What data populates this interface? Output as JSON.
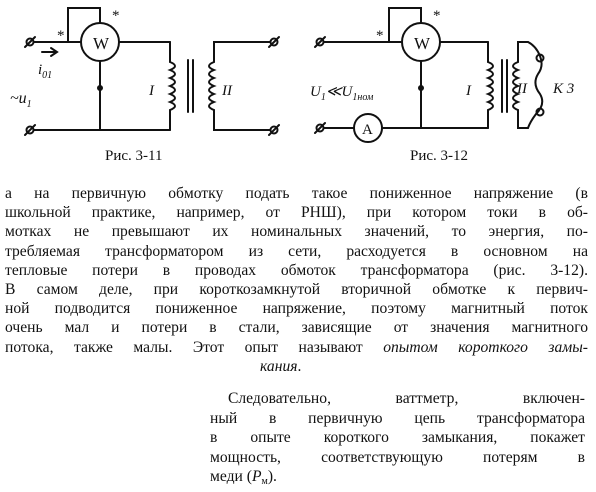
{
  "figures": {
    "fig1": {
      "caption": "Рис. 3-11",
      "meter_label": "W",
      "star": "*",
      "current_label_main": "i",
      "current_label_sub": "01",
      "voltage_label": "~u",
      "voltage_sub": "1",
      "winding_1": "I",
      "winding_2": "II"
    },
    "fig2": {
      "caption": "Рис. 3-12",
      "meter_label": "W",
      "ammeter_label": "A",
      "star": "*",
      "voltage_label_main": "U",
      "voltage_label_sub1": "1",
      "voltage_relation": "≪U",
      "voltage_label_sub2": "1ном",
      "winding_1": "I",
      "winding_2": "II",
      "short_label": "К 3"
    }
  },
  "paragraph1": {
    "lines": [
      "а на первичную обмотку подать такое пониженное напряжение (в",
      "школьной практике, например, от РНШ), при котором токи в об-",
      "мотках не превышают их номинальных значений, то энергия, по-",
      "требляемая трансформатором из сети, расходуется в основном на",
      "тепловые потери в проводах обмоток трансформатора (рис. 3-12).",
      "В самом деле, при короткозамкнутой вторичной обмотке к первич-",
      "ной подводится пониженное напряжение, поэтому магнитный поток",
      "очень мал и потери в стали, зависящие от значения магнитного"
    ],
    "line9_plain": "потока, также малы. Этот опыт называют ",
    "line9_emph": "опытом короткого замы-",
    "line10_emph": "кания",
    "line10_end": "."
  },
  "paragraph2": {
    "lines": [
      "Следовательно, ваттметр, включен-",
      "ный в первичную цепь трансформатора",
      "в опыте короткого замыкания, покажет",
      "мощность, соответствующую потерям в"
    ],
    "last_plain": "меди (",
    "last_symbol": "P",
    "last_sub": "м",
    "last_end": ")."
  }
}
